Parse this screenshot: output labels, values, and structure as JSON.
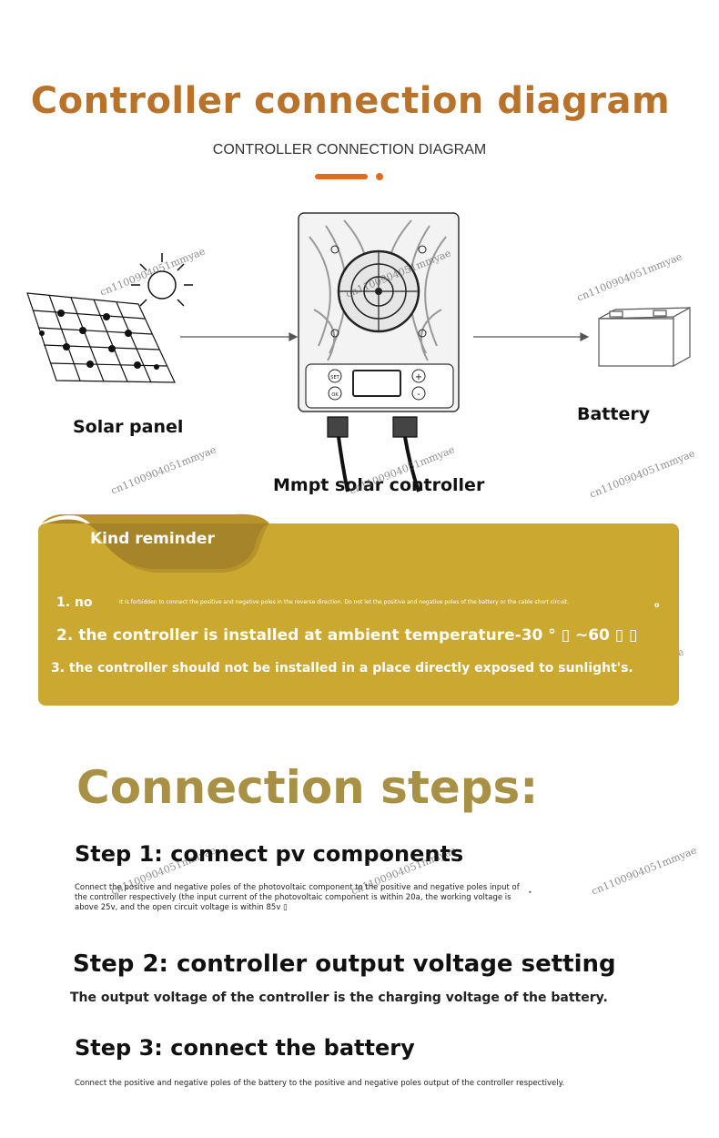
{
  "header": {
    "title": "Controller connection diagram",
    "subtitle": "CONTROLLER CONNECTION DIAGRAM",
    "accent_color": "#e06a1e"
  },
  "diagram": {
    "solar_label": "Solar panel",
    "controller_label": "Mmpt solar controller",
    "battery_label": "Battery",
    "panel_buttons": {
      "set": "SET",
      "ok": "OK",
      "plus": "+",
      "minus": "-"
    }
  },
  "watermark": "cn1100904051mmyae",
  "reminder": {
    "title": "Kind reminder",
    "background_color": "#cba82f",
    "item1_number": "1. no",
    "item1_text": "It is forbidden to connect the positive and negative poles in the reverse direction. Do not let the positive and negative poles of the battery or the cable short circuit.",
    "item1_mark": "o",
    "item2": "2. the controller is installed at ambient temperature-30 ° ▯ ~60 ▯ ▯",
    "item3": "3. the controller should not be installed in a place directly exposed to sunlight's."
  },
  "steps": {
    "title": "Connection steps:",
    "title_color": "#a89145",
    "step1": {
      "heading": "Step 1: connect pv components",
      "text": "Connect the positive and negative poles of the photovoltaic component to the positive and negative poles input of the controller respectively (the input current of the photovoltaic component is within 20a, the working voltage is above 25v, and the open circuit voltage is within 85v ▯"
    },
    "step2": {
      "heading": "Step 2: controller output voltage setting",
      "text": "The output voltage of the controller is the charging voltage of the battery."
    },
    "step3": {
      "heading": "Step 3: connect the battery",
      "text": "Connect the positive and negative poles of the battery to the positive and negative poles output of the controller respectively."
    },
    "stray_mark": "•"
  }
}
